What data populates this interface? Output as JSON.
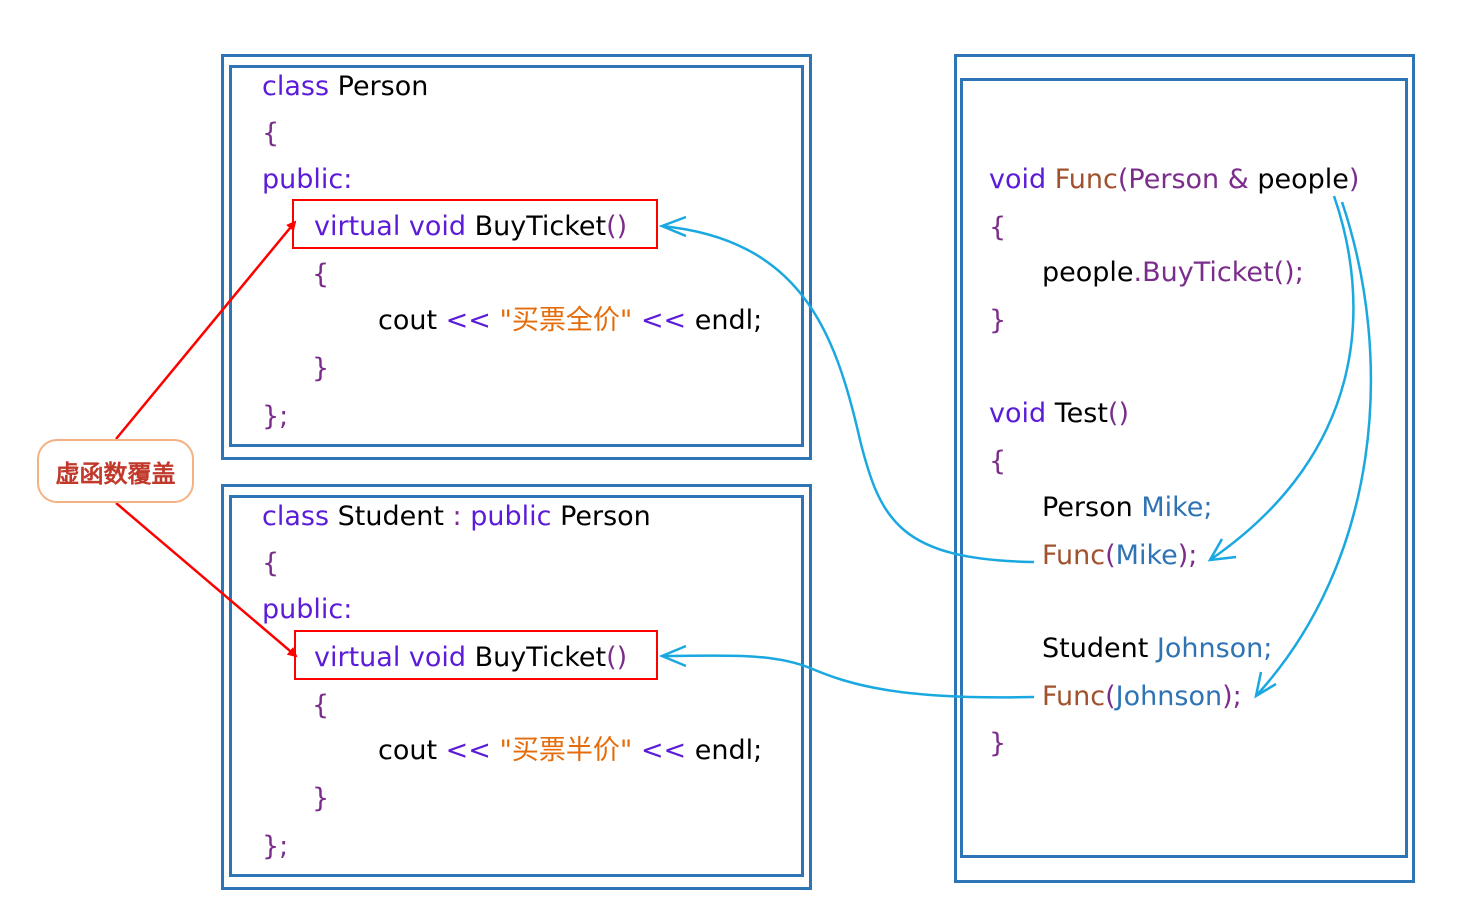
{
  "label": {
    "text": "虚函数覆盖"
  },
  "colors": {
    "frame": "#2e75b6",
    "override_box": "#ff0000",
    "red_arrow": "#ff0000",
    "blue_arrow": "#1aa8e0",
    "label_border": "#f4b183",
    "label_text": "#c0392b"
  },
  "person": {
    "class_kw": "class",
    "class_name": "Person",
    "open_brace": "{",
    "public_kw": "public:",
    "virtual_kw": "virtual void",
    "method": "BuyTicket",
    "parens": "()",
    "inner_open": "{",
    "cout": "cout",
    "op1": "<<",
    "str": "\"买票全价\"",
    "op2": "<<",
    "endl": "endl;",
    "inner_close": "}",
    "close": "};"
  },
  "student": {
    "class_kw": "class",
    "class_name": "Student",
    "colon": ":",
    "public_inherit_kw": "public",
    "base_name": "Person",
    "open_brace": "{",
    "public_kw": "public:",
    "virtual_kw": "virtual void",
    "method": "BuyTicket",
    "parens": "()",
    "inner_open": "{",
    "cout": "cout",
    "op1": "<<",
    "str": "\"买票半价\"",
    "op2": "<<",
    "endl": "endl;",
    "inner_close": "}",
    "close": "};"
  },
  "right": {
    "func_void": "void",
    "func_name": "Func",
    "func_open_paren": "(",
    "func_param_type": "Person",
    "func_amp": "&",
    "func_param_name": "people",
    "func_close_paren": ")",
    "func_open": "{",
    "call_obj": "people",
    "call_dot": ".",
    "call_method": "BuyTicket",
    "call_end": "();",
    "func_close": "}",
    "test_void": "void",
    "test_name": "Test",
    "test_parens": "()",
    "test_open": "{",
    "person_type": "Person",
    "person_var": "Mike;",
    "call1_func": "Func",
    "call1_open": "(",
    "call1_arg": "Mike",
    "call1_end": ");",
    "student_type": "Student",
    "student_var": "Johnson;",
    "call2_func": "Func",
    "call2_open": "(",
    "call2_arg": "Johnson",
    "call2_end": ");",
    "test_close": "}"
  }
}
